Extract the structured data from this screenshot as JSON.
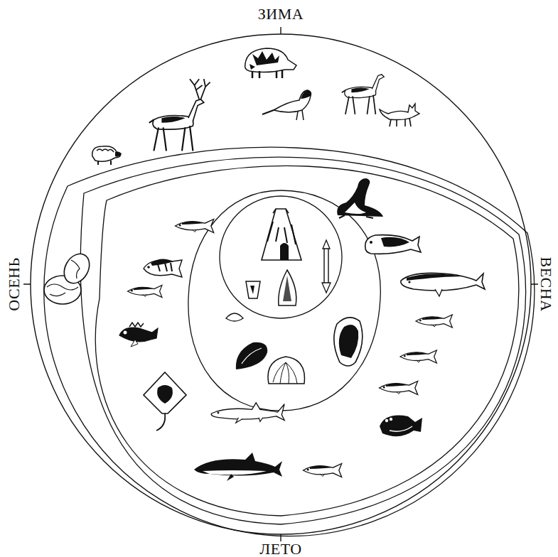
{
  "diagram": {
    "labels": [
      "ЗИМА",
      "ОСЕНЬ",
      "ВЕСНА",
      "ЛЕТО"
    ]
  }
}
